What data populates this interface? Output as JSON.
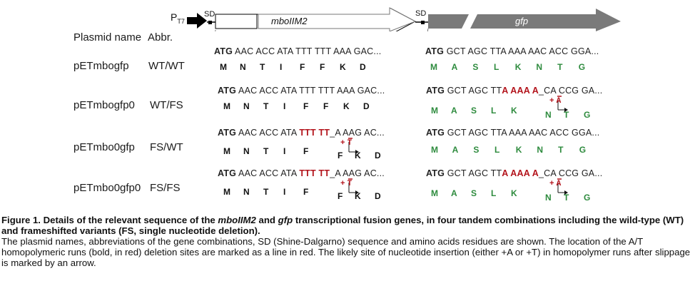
{
  "figure": {
    "promoter": "P",
    "promoter_sub": "T7",
    "sd": "SD",
    "gene1": "mboIIM2",
    "gene2": "gfp"
  },
  "header": {
    "plasmid_name": "Plasmid name",
    "abbr": "Abbr."
  },
  "rows": [
    {
      "plasmid": "pETmbogfp",
      "abbr": "WT/WT",
      "seq1": [
        {
          "t": "ATG",
          "s": "b"
        },
        {
          "t": " AAC ACC ATA TTT TTT AAA GAC...",
          "s": "n"
        }
      ],
      "aa1": [
        "M",
        "N",
        "T",
        "I",
        "F",
        "F",
        "K",
        "D"
      ],
      "seq2": [
        {
          "t": "ATG",
          "s": "b"
        },
        {
          "t": " GCT AGC TTA AAA AAC ACC GGA...",
          "s": "n"
        }
      ],
      "aa2": [
        "M",
        "A",
        "S",
        "L",
        "K",
        "N",
        "T",
        "G"
      ]
    },
    {
      "plasmid": "pETmbogfp0",
      "abbr": "WT/FS",
      "seq1": [
        {
          "t": "ATG",
          "s": "b"
        },
        {
          "t": " AAC ACC ATA TTT TTT AAA GAC...",
          "s": "n"
        }
      ],
      "aa1": [
        "M",
        "N",
        "T",
        "I",
        "F",
        "F",
        "K",
        "D"
      ],
      "seq2": [
        {
          "t": "ATG",
          "s": "b"
        },
        {
          "t": " GCT AGC TT",
          "s": "n"
        },
        {
          "t": "A AAA A",
          "s": "r"
        },
        {
          "t": "_CA CCG GA...",
          "s": "n"
        }
      ],
      "aa2": [
        "M",
        "A",
        "S",
        "L",
        "K",
        "N",
        "T",
        "G"
      ],
      "insert2": "+A"
    },
    {
      "plasmid": "pETmbo0gfp",
      "abbr": "FS/WT",
      "seq1": [
        {
          "t": "ATG",
          "s": "b"
        },
        {
          "t": " AAC ACC ATA ",
          "s": "n"
        },
        {
          "t": "TTT TT",
          "s": "r"
        },
        {
          "t": "_A AAG AC...",
          "s": "n"
        }
      ],
      "aa1": [
        "M",
        "N",
        "T",
        "I",
        "F",
        "F",
        "K",
        "D"
      ],
      "insert1": "+T",
      "seq2": [
        {
          "t": "ATG",
          "s": "b"
        },
        {
          "t": " GCT AGC TTA AAA AAC ACC GGA...",
          "s": "n"
        }
      ],
      "aa2": [
        "M",
        "A",
        "S",
        "L",
        "K",
        "N",
        "T",
        "G"
      ]
    },
    {
      "plasmid": "pETmbo0gfp0",
      "abbr": "FS/FS",
      "seq1": [
        {
          "t": "ATG",
          "s": "b"
        },
        {
          "t": " AAC ACC ATA ",
          "s": "n"
        },
        {
          "t": "TTT TT",
          "s": "r"
        },
        {
          "t": "_A AAG AC...",
          "s": "n"
        }
      ],
      "aa1": [
        "M",
        "N",
        "T",
        "I",
        "F",
        "F",
        "K",
        "D"
      ],
      "insert1": "+T",
      "seq2": [
        {
          "t": "ATG",
          "s": "b"
        },
        {
          "t": " GCT AGC TT",
          "s": "n"
        },
        {
          "t": "A AAA A",
          "s": "r"
        },
        {
          "t": "_CA CCG GA...",
          "s": "n"
        }
      ],
      "aa2": [
        "M",
        "A",
        "S",
        "L",
        "K",
        "N",
        "T",
        "G"
      ],
      "insert2": "+A"
    }
  ],
  "caption": {
    "title_parts": [
      {
        "t": "Figure 1. Details of the relevant sequence of the ",
        "i": false
      },
      {
        "t": "mboIIM2",
        "i": true
      },
      {
        "t": " and ",
        "i": false
      },
      {
        "t": "gfp",
        "i": true
      },
      {
        "t": " transcriptional fusion genes, in four tandem combinations including the wild-type (WT) and frameshifted variants (FS, single nucleotide deletion).",
        "i": false
      }
    ],
    "body": "The plasmid names, abbreviations of the gene combinations, SD (Shine-Dalgarno) sequence and amino acids residues are shown. The location of the A/T homopolymeric runs (bold, in red) deletion sites are marked as a line in red. The likely site of nucleotide insertion (either +A or +T) in homopolymer runs after slippage is marked by an arrow."
  }
}
